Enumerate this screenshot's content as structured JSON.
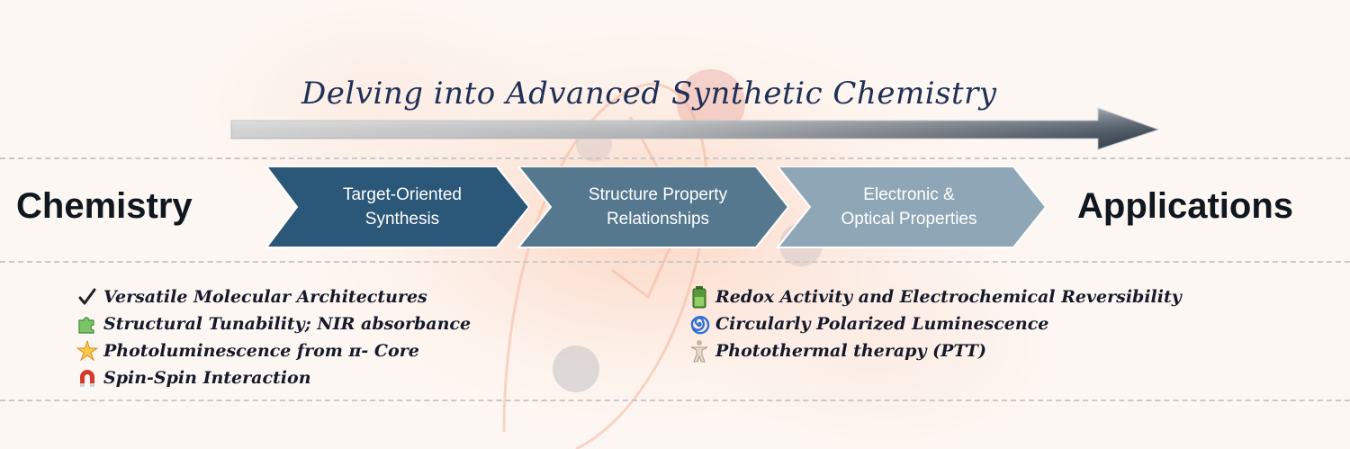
{
  "banner": {
    "title": "Delving into Advanced Synthetic Chemistry",
    "left_label": "Chemistry",
    "right_label": "Applications"
  },
  "stages": [
    {
      "line1": "Target-Oriented",
      "line2": "Synthesis",
      "color": "#2b5778"
    },
    {
      "line1": "Structure Property",
      "line2": "Relationships",
      "color": "#55788f"
    },
    {
      "line1": "Electronic &",
      "line2": "Optical Properties",
      "color": "#8fa6b6"
    }
  ],
  "features_left": [
    {
      "icon": "check-icon",
      "text": "Versatile Molecular Architectures"
    },
    {
      "icon": "puzzle-icon",
      "text": "Structural Tunability; NIR absorbance"
    },
    {
      "icon": "sparkle-icon",
      "text": "Photoluminescence from π- Core"
    },
    {
      "icon": "magnet-icon",
      "text": "Spin-Spin Interaction"
    }
  ],
  "features_right": [
    {
      "icon": "battery-icon",
      "text": "Redox Activity and Electrochemical Reversibility"
    },
    {
      "icon": "spiral-icon",
      "text": "Circularly Polarized Luminescence"
    },
    {
      "icon": "human-figure-icon",
      "text": "Photothermal therapy (PTT)"
    }
  ],
  "colors": {
    "title": "#1f2f55",
    "arrow_dark": "#3d4f63",
    "label": "#10171f",
    "watermark": "#f2a58a"
  }
}
